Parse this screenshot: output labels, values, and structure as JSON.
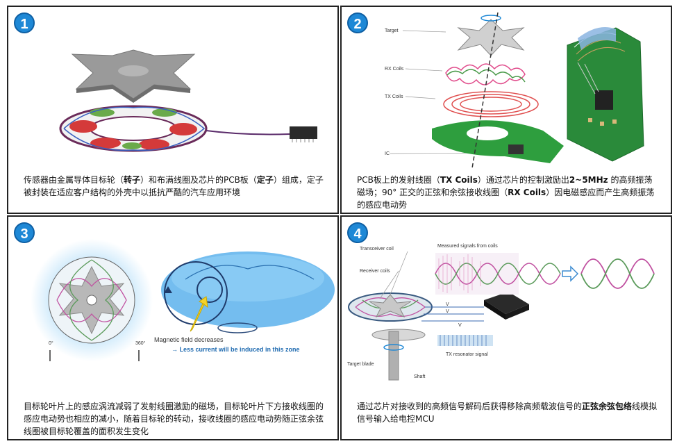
{
  "panels": [
    {
      "number": "1",
      "caption_parts": [
        "传感器由金属导体目标轮（",
        "转子",
        "）和布满线圈及芯片的PCB板（",
        "定子",
        "）组成，定子被封装在适应客户结构的外壳中以抵抗严酷的汽车应用环境"
      ]
    },
    {
      "number": "2",
      "labels": {
        "target": "Target",
        "rx": "RX Coils",
        "tx": "TX Coils",
        "ic": "IC"
      },
      "caption_parts": [
        "PCB板上的发射线圈（",
        "TX Coils",
        "）通过芯片的控制激励出",
        "2~5MHz",
        " 的高频振荡磁场；90° 正交的正弦和余弦接收线圈（",
        "RX Coils",
        "）因电磁感应而产生高频振荡的感应电动势"
      ]
    },
    {
      "number": "3",
      "labels": {
        "deg0": "0°",
        "deg360": "360°",
        "field": "Magnetic field decreases",
        "less": "→ Less current will be induced in this zone"
      },
      "caption": "目标轮叶片上的感应涡流减弱了发射线圈激励的磁场，目标轮叶片下方接收线圈的感应电动势也相应的减小，随着目标轮的转动，接收线圈的感应电动势随正弦余弦线圈被目标轮覆盖的面积发生变化"
    },
    {
      "number": "4",
      "labels": {
        "transceiver": "Transceiver coil",
        "receiver": "Receiver coils",
        "measured": "Measured signals from coils",
        "blade": "Target blade",
        "shaft": "Shaft",
        "tx_res": "TX resonator signal",
        "vout1": "V",
        "vout2": "V",
        "vtx": "V"
      },
      "caption_parts": [
        "通过芯片对接收到的高频信号解码后获得移除高频载波信号的",
        "正弦余弦包络",
        "线模拟信号输入给电控MCU"
      ]
    }
  ],
  "colors": {
    "badge": "#1e88d6",
    "pcb_green": "#2e9e3e",
    "coil_red": "#e05050",
    "coil_pink": "#c850a0",
    "field_blue": "#4aa8e8"
  }
}
